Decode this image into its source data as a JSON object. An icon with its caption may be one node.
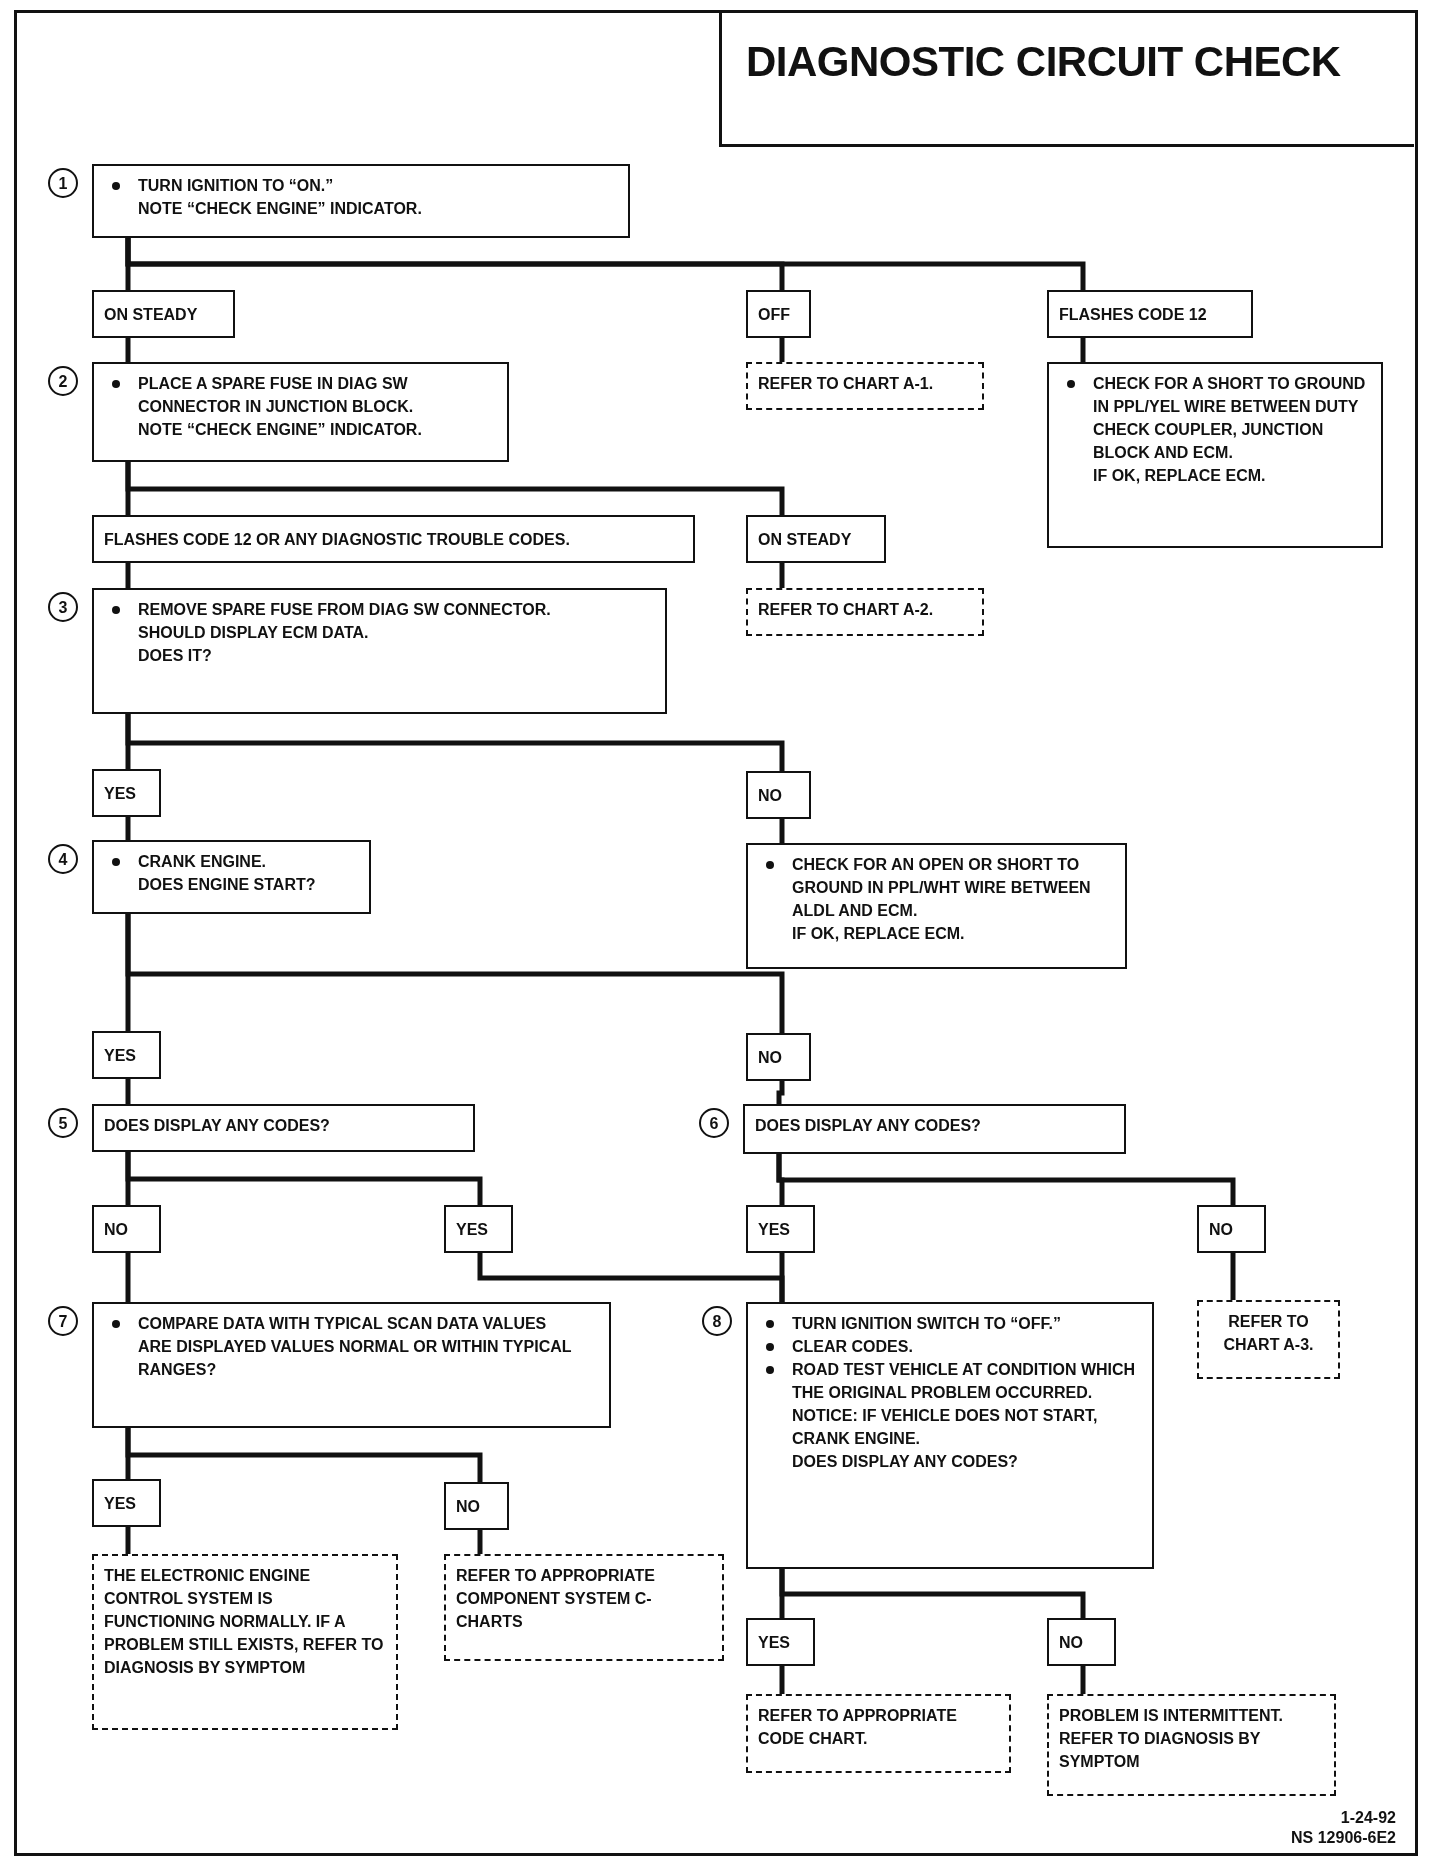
{
  "diagram": {
    "title": "DIAGNOSTIC CIRCUIT CHECK",
    "nodes": [
      {
        "text": [
          "TURN IGNITION TO “ON.”",
          "NOTE “CHECK ENGINE” INDICATOR."
        ],
        "beside": [
          "1"
        ]
      },
      {
        "text": [
          "ON STEADY"
        ]
      },
      {
        "text": [
          "OFF"
        ]
      },
      {
        "text": [
          "FLASHES CODE 12"
        ]
      },
      {
        "text": [
          "PLACE A SPARE FUSE IN DIAG SW CONNECTOR IN JUNCTION BLOCK.",
          "NOTE “CHECK ENGINE” INDICATOR."
        ],
        "beside": [
          "2"
        ]
      },
      {
        "text": [
          "REFER TO CHART A-1."
        ]
      },
      {
        "text": [
          "CHECK FOR A SHORT TO GROUND IN PPL/YEL WIRE BETWEEN DUTY CHECK COUPLER, JUNCTION BLOCK AND ECM.",
          "IF OK, REPLACE ECM."
        ]
      },
      {
        "text": [
          "FLASHES CODE 12 OR ANY DIAGNOSTIC TROUBLE CODES."
        ]
      },
      {
        "text": [
          "ON STEADY"
        ]
      },
      {
        "text": [
          "REMOVE SPARE FUSE FROM DIAG SW CONNECTOR.",
          "SHOULD DISPLAY ECM DATA.",
          "DOES IT?"
        ],
        "beside": [
          "3"
        ]
      },
      {
        "text": [
          "REFER TO CHART A-2."
        ]
      },
      {
        "text": [
          "YES"
        ]
      },
      {
        "text": [
          "NO"
        ]
      },
      {
        "text": [
          "CRANK ENGINE.",
          "DOES ENGINE START?"
        ],
        "beside": [
          "4"
        ]
      },
      {
        "text": [
          "CHECK FOR AN OPEN OR SHORT TO GROUND IN PPL/WHT WIRE BETWEEN ALDL AND ECM.",
          "IF OK, REPLACE ECM."
        ]
      },
      {
        "text": [
          "YES"
        ]
      },
      {
        "text": [
          "NO"
        ]
      },
      {
        "text": [
          "DOES DISPLAY ANY CODES?"
        ],
        "beside": [
          "5"
        ]
      },
      {
        "text": [
          "DOES DISPLAY ANY CODES?"
        ],
        "beside": [
          "6"
        ]
      },
      {
        "text": [
          "NO"
        ]
      },
      {
        "text": [
          "YES"
        ]
      },
      {
        "text": [
          "YES"
        ]
      },
      {
        "text": [
          "NO"
        ]
      },
      {
        "text": [
          "COMPARE DATA WITH TYPICAL SCAN DATA VALUES",
          "ARE DISPLAYED VALUES NORMAL OR WITHIN TYPICAL RANGES?"
        ],
        "beside": [
          "7"
        ]
      },
      {
        "text": [
          "REFER TO CHART A-3."
        ]
      },
      {
        "text": [
          "TURN IGNITION SWITCH TO “OFF.”",
          "CLEAR CODES.",
          "ROAD TEST VEHICLE AT CONDITION WHICH THE ORIGINAL PROBLEM OCCURRED.",
          "NOTICE:  IF VEHICLE DOES NOT START, CRANK ENGINE.",
          "DOES DISPLAY ANY CODES?"
        ],
        "beside": [
          "8"
        ]
      },
      {
        "text": [
          "YES"
        ]
      },
      {
        "text": [
          "NO"
        ]
      },
      {
        "text": [
          "THE ELECTRONIC ENGINE CONTROL SYSTEM IS FUNCTIONING NORMALLY. IF A PROBLEM STILL EXISTS, REFER TO DIAGNOSIS BY SYMPTOM"
        ]
      },
      {
        "text": [
          "REFER TO APPROPRIATE COMPONENT SYSTEM C-CHARTS"
        ]
      },
      {
        "text": [
          "YES"
        ]
      },
      {
        "text": [
          "NO"
        ]
      },
      {
        "text": [
          "REFER TO APPROPRIATE CODE CHART."
        ]
      },
      {
        "text": [
          "PROBLEM IS INTERMITTENT. REFER TO DIAGNOSIS BY SYMPTOM"
        ]
      }
    ],
    "edges": [
      {
        "from": 0,
        "to": 1,
        "arrow": "none"
      },
      {
        "from": 0,
        "to": 2,
        "arrow": "none"
      },
      {
        "from": 0,
        "to": 3,
        "arrow": "none"
      },
      {
        "from": 1,
        "to": 4,
        "arrow": "none"
      },
      {
        "from": 2,
        "to": 5,
        "arrow": "none"
      },
      {
        "from": 3,
        "to": 6,
        "arrow": "none"
      },
      {
        "from": 4,
        "to": 7,
        "arrow": "none"
      },
      {
        "from": 4,
        "to": 8,
        "arrow": "none"
      },
      {
        "from": 7,
        "to": 9,
        "arrow": "none"
      },
      {
        "from": 8,
        "to": 10,
        "arrow": "none"
      },
      {
        "from": 9,
        "to": 11,
        "arrow": "none"
      },
      {
        "from": 9,
        "to": 12,
        "arrow": "none"
      },
      {
        "from": 11,
        "to": 13,
        "arrow": "none"
      },
      {
        "from": 12,
        "to": 14,
        "arrow": "none"
      },
      {
        "from": 13,
        "to": 15,
        "arrow": "none"
      },
      {
        "from": 13,
        "to": 16,
        "arrow": "none"
      },
      {
        "from": 15,
        "to": 17,
        "arrow": "none"
      },
      {
        "from": 16,
        "to": 18,
        "arrow": "none"
      },
      {
        "from": 17,
        "to": 19,
        "arrow": "none"
      },
      {
        "from": 17,
        "to": 20,
        "arrow": "none"
      },
      {
        "from": 18,
        "to": 21,
        "arrow": "none"
      },
      {
        "from": 18,
        "to": 22,
        "arrow": "none"
      },
      {
        "from": 19,
        "to": 23,
        "arrow": "none"
      },
      {
        "from": 20,
        "to": 25,
        "arrow": "none"
      },
      {
        "from": 21,
        "to": 25,
        "arrow": "none"
      },
      {
        "from": 22,
        "to": 24,
        "arrow": "none"
      },
      {
        "from": 23,
        "to": 26,
        "arrow": "none"
      },
      {
        "from": 23,
        "to": 27,
        "arrow": "none"
      },
      {
        "from": 26,
        "to": 28,
        "arrow": "none"
      },
      {
        "from": 27,
        "to": 29,
        "arrow": "none"
      },
      {
        "from": 25,
        "to": 30,
        "arrow": "none"
      },
      {
        "from": 25,
        "to": 31,
        "arrow": "none"
      },
      {
        "from": 30,
        "to": 32,
        "arrow": "none"
      },
      {
        "from": 31,
        "to": 33,
        "arrow": "none"
      }
    ],
    "labels": [
      "1-24-92",
      "NS 12906-6E2"
    ]
  }
}
